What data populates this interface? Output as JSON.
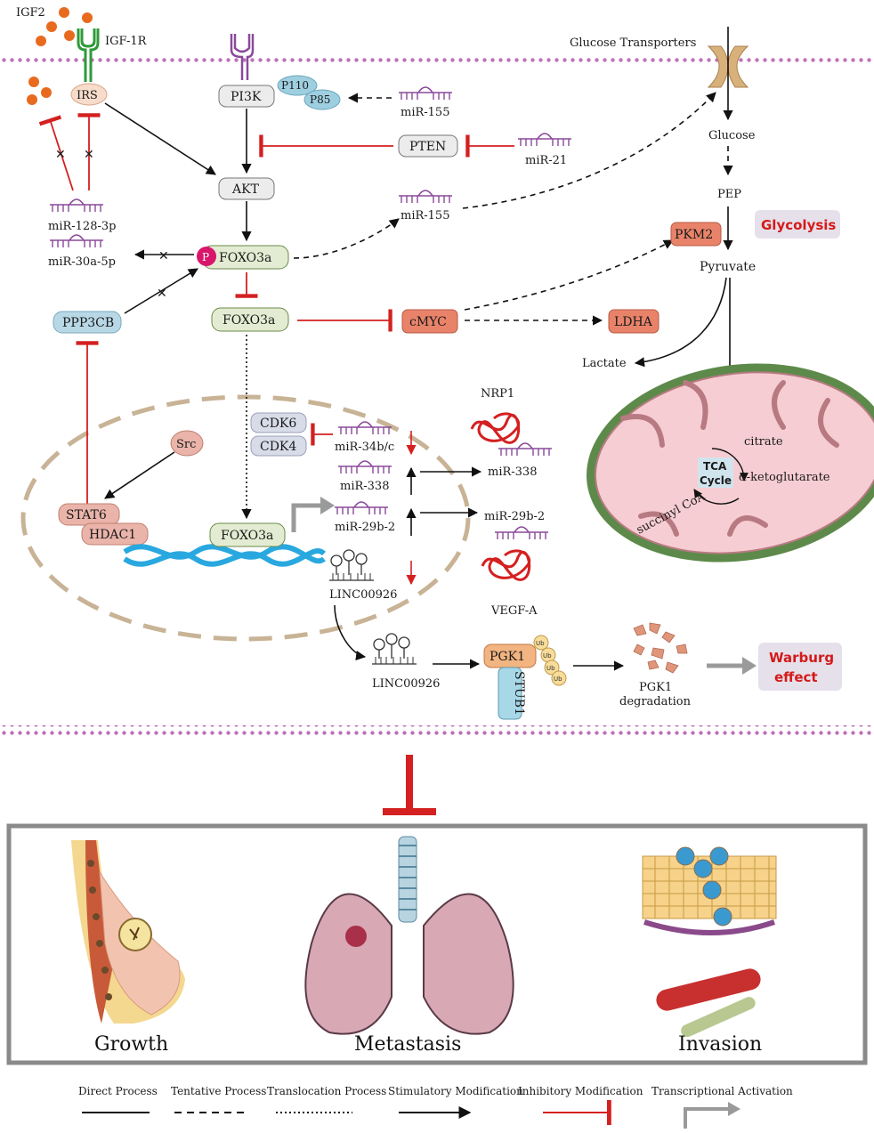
{
  "membrane": {
    "color": "#c070b8"
  },
  "colors": {
    "inhibit": "#d42020",
    "arrow": "#111111",
    "mirna": "#8a4a9a",
    "nucleus": "#c8b396",
    "dna": "#29a8e0"
  },
  "labels": {
    "igf2": "IGF2",
    "igf1r": "IGF-1R",
    "irs": "IRS",
    "pi3k": "PI3K",
    "p110": "P110",
    "p85": "P85",
    "mir155_top": "miR-155",
    "pten": "PTEN",
    "mir21": "miR-21",
    "akt": "AKT",
    "mir128": "miR-128-3p",
    "mir30a": "miR-30a-5p",
    "p": "P",
    "foxo3a_p": "FOXO3a",
    "mir155_mid": "miR-155",
    "ppp3cb": "PPP3CB",
    "foxo3a": "FOXO3a",
    "cmyc": "cMYC",
    "ldha": "LDHA",
    "pkm2": "PKM2",
    "glucose_transporters": "Glucose Transporters",
    "glucose": "Glucose",
    "pep": "PEP",
    "glycolysis": "Glycolysis",
    "pyruvate": "Pyruvate",
    "lactate": "Lactate",
    "citrate": "citrate",
    "tca1": "TCA",
    "tca2": "Cycle",
    "akg": "α-ketoglutarate",
    "succinyl": "succinyl CoA",
    "src": "Src",
    "stat6": "STAT6",
    "hdac1": "HDAC1",
    "cdk6": "CDK6",
    "cdk4": "CDK4",
    "mir34": "miR-34b/c",
    "mir338_in": "miR-338",
    "mir29_in": "miR-29b-2",
    "linc_in": "LINC00926",
    "foxo3a_nuc": "FOXO3a",
    "nrp1": "NRP1",
    "mir338_out": "miR-338",
    "mir29_out": "miR-29b-2",
    "vegfa": "VEGF-A",
    "linc_out": "LINC00926",
    "pgk1": "PGK1",
    "stub1": "STUB1",
    "ub": "Ub",
    "pgk1_deg1": "PGK1",
    "pgk1_deg2": "degradation",
    "warburg1": "Warburg",
    "warburg2": "effect"
  },
  "panels": {
    "growth": "Growth",
    "metastasis": "Metastasis",
    "invasion": "Invasion"
  },
  "legend": {
    "direct": "Direct Process",
    "tentative": "Tentative Process",
    "translocation": "Translocation Process",
    "stimulatory": "Stimulatory Modification",
    "inhibitory": "Inhibitory Modification",
    "transcriptional": "Transcriptional Activation"
  }
}
